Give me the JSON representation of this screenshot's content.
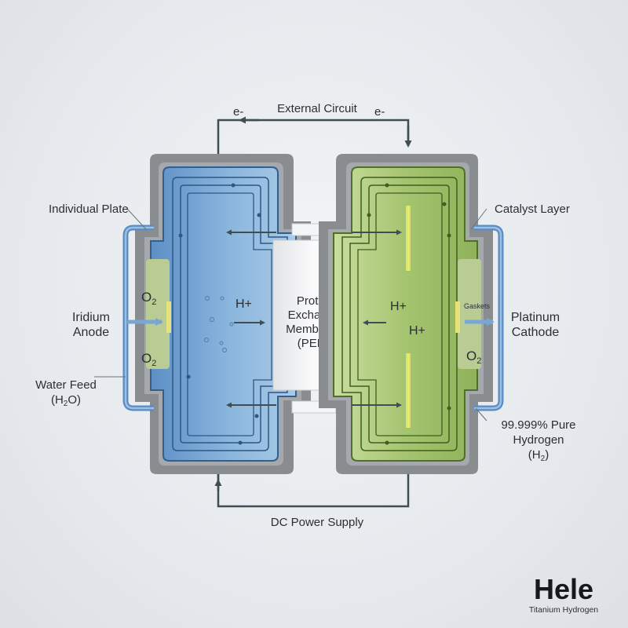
{
  "labels": {
    "external_circuit": "External Circuit",
    "electron_left": "e-",
    "electron_right": "e-",
    "individual_plate": "Individual Plate",
    "catalyst_layer": "Catalyst Layer",
    "iridium_anode_line1": "Iridium",
    "iridium_anode_line2": "Anode",
    "platinum_cathode_line1": "Platinum",
    "platinum_cathode_line2": "Cathode",
    "o2_top": "O",
    "o2_top_sub": "2",
    "o2_bottom": "O",
    "o2_bottom_sub": "2",
    "o2_right": "O",
    "o2_right_sub": "2",
    "h_plus_left": "H+",
    "h_plus_right_upper": "H+",
    "h_plus_right_lower": "H+",
    "pem_line1": "Proton",
    "pem_line2": "Exchange",
    "pem_line3": "Membrane",
    "pem_line4": "(PEM)",
    "gaskets": "Gaskets",
    "water_feed_line1": "Water Feed",
    "water_feed_line2_a": "(H",
    "water_feed_line2_sub": "2",
    "water_feed_line2_b": "O)",
    "hydrogen_line1": "99.999% Pure",
    "hydrogen_line2": "Hydrogen",
    "hydrogen_line3_a": "(H",
    "hydrogen_line3_sub": "2",
    "hydrogen_line3_b": ")",
    "dc_power_supply": "DC Power Supply"
  },
  "brand": {
    "name": "Hele",
    "tagline": "Titanium Hydrogen"
  },
  "colors": {
    "anode_fill": "#6f9fd0",
    "cathode_fill": "#a8c777",
    "plate_gray": "#8a8d90",
    "circuit_line": "#3f4e55",
    "pipe_blue": "#5a8cc4",
    "membrane": "#f2f3f4",
    "catalyst_glow": "#f4f28a"
  }
}
